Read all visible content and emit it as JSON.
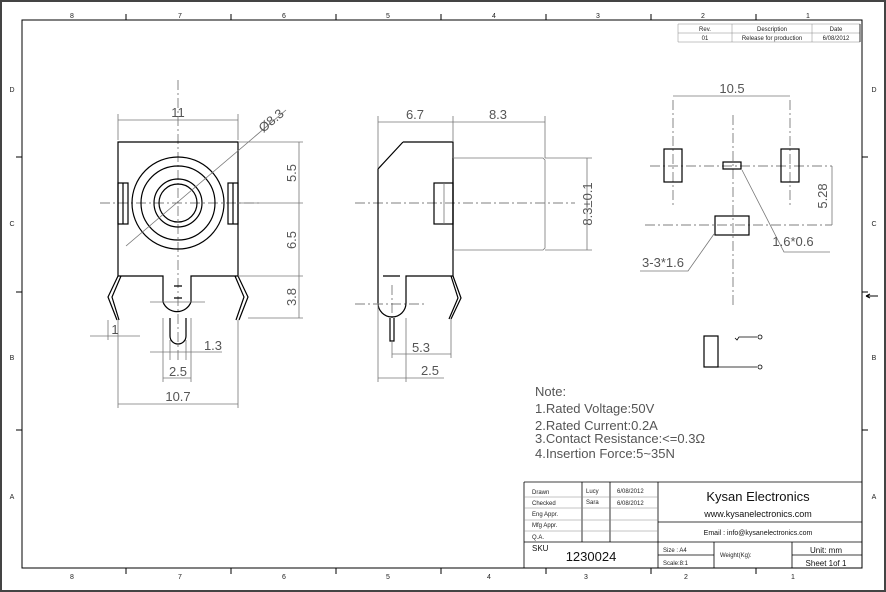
{
  "zones": {
    "top": [
      "8",
      "7",
      "6",
      "5",
      "4",
      "3",
      "2",
      "1"
    ],
    "bottom": [
      "8",
      "7",
      "6",
      "5",
      "4",
      "3",
      "2",
      "1"
    ],
    "rows": [
      "D",
      "C",
      "B",
      "A"
    ]
  },
  "revision_table": {
    "headers": [
      "Rev.",
      "Description",
      "Date"
    ],
    "row": [
      "01",
      "Release for production",
      "6/08/2012"
    ]
  },
  "front_view": {
    "width": "11",
    "diameter": "Ø8.3",
    "h1": "5.5",
    "h2": "6.5",
    "h3": "3.8",
    "leg": "1",
    "pin": "1.3",
    "pin_spacing": "2.5",
    "span": "10.7"
  },
  "side_view": {
    "depth": "6.7",
    "barrel": "8.3",
    "barrel_dia": "8.3±0.1",
    "pin_offset": "5.3",
    "pin_spacing": "2.5"
  },
  "pcb_layout": {
    "span": "10.5",
    "row_spacing": "5.28",
    "small_pad": "1.6*0.6",
    "large_pad": "3-3*1.6"
  },
  "notes": {
    "title": "Note:",
    "items": [
      "1.Rated Voltage:50V",
      "2.Rated Current:0.2A",
      "3.Contact Resistance:<=0.3Ω",
      "4.Insertion Force:5~35N"
    ]
  },
  "title_block": {
    "drawn_label": "Drawn",
    "drawn_by": "Lucy",
    "drawn_date": "6/08/2012",
    "checked_label": "Checked",
    "checked_by": "Sara",
    "checked_date": "6/08/2012",
    "eng_label": "Eng Appr.",
    "mfg_label": "Mfg Appr.",
    "qa_label": "Q.A.",
    "company": "Kysan Electronics",
    "website": "www.kysanelectronics.com",
    "email": "Email : info@kysanelectronics.com",
    "sku_label": "SKU",
    "sku": "1230024",
    "size": "Size : A4",
    "scale": "Scale:8:1",
    "weight": "Weight(Kg):",
    "unit": "Unit: mm",
    "sheet": "Sheet 1of 1"
  }
}
